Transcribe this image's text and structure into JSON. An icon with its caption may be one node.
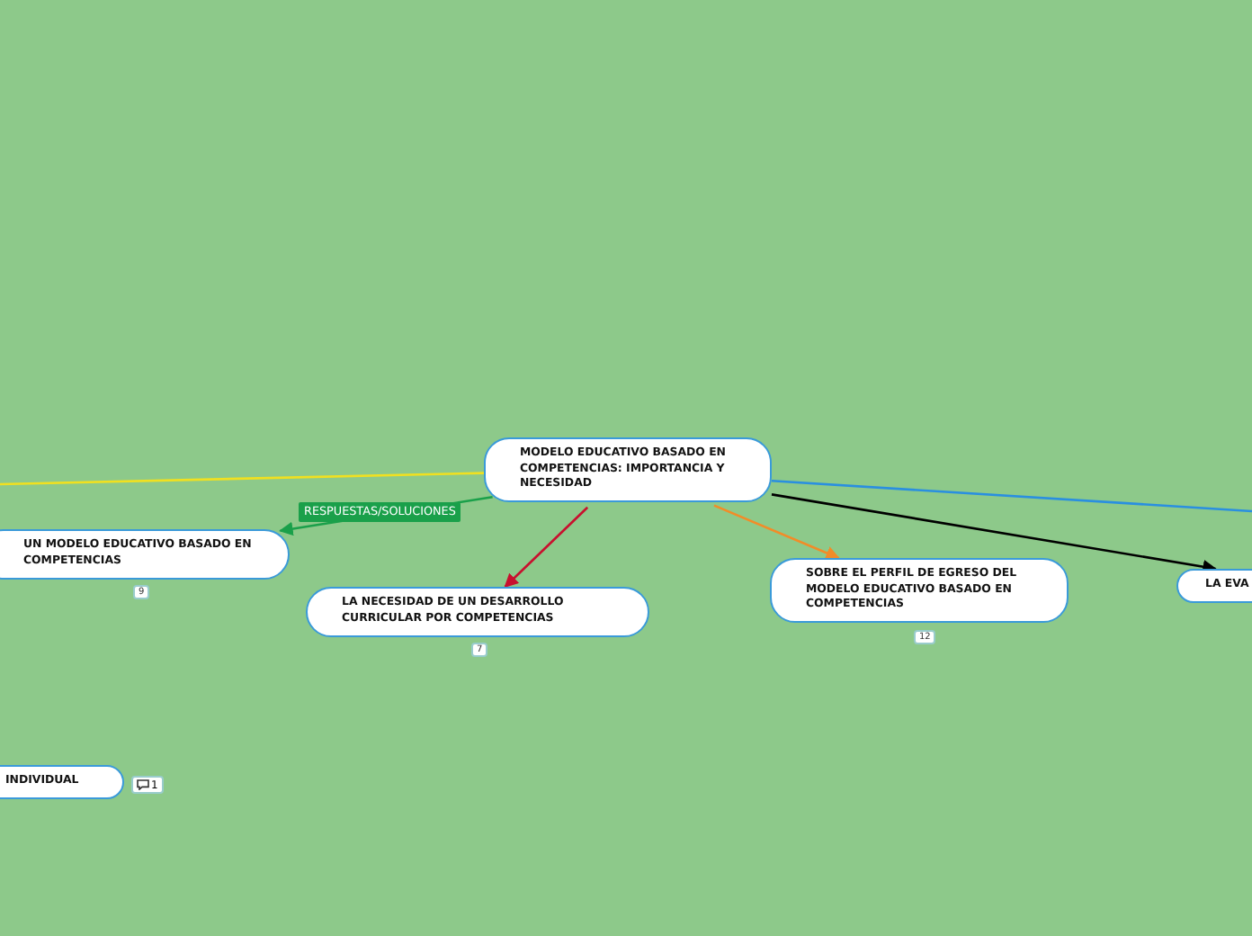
{
  "diagram": {
    "nodes": [
      {
        "text": [
          "MODELO EDUCATIVO BASADO EN COMPETENCIAS: IMPORTANCIA Y NECESIDAD"
        ]
      },
      {
        "text": [
          "UN MODELO EDUCATIVO BASADO EN COMPETENCIAS"
        ],
        "beside": [
          "9"
        ]
      },
      {
        "text": [
          "LA NECESIDAD DE UN DESARROLLO CURRICULAR POR COMPETENCIAS"
        ],
        "beside": [
          "7"
        ]
      },
      {
        "text": [
          "SOBRE EL PERFIL DE EGRESO DEL MODELO EDUCATIVO BASADO EN COMPETENCIAS"
        ],
        "beside": [
          "12"
        ]
      },
      {
        "text": [
          "LA EVA"
        ]
      },
      {
        "text": [
          "INDIVIDUAL"
        ],
        "beside": [
          "1"
        ]
      }
    ],
    "edges": [
      {
        "from": 0,
        "to": 1,
        "arrow": "to",
        "label": "RESPUESTAS/SOLUCIONES",
        "color": "#1aa04a"
      },
      {
        "from": 0,
        "to": 2,
        "arrow": "to",
        "color": "#c8102e"
      },
      {
        "from": 0,
        "to": 3,
        "arrow": "to",
        "color": "#f28c28"
      },
      {
        "from": 0,
        "to": 4,
        "arrow": "to",
        "color": "#000000"
      },
      {
        "from": 0,
        "to": null,
        "arrow": "none",
        "color": "#f0e020"
      },
      {
        "from": 0,
        "to": null,
        "arrow": "none",
        "color": "#2a8fe0"
      }
    ]
  }
}
